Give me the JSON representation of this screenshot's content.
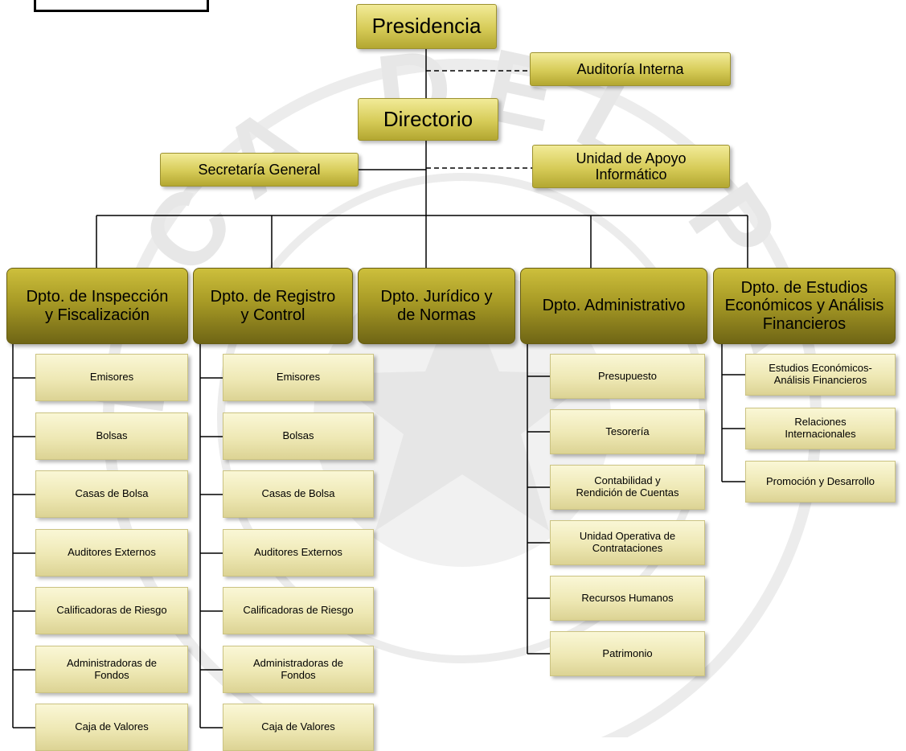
{
  "top": {
    "presidencia": "Presidencia",
    "auditoria": "Auditoría Interna",
    "directorio": "Directorio",
    "secretaria": "Secretaría General",
    "unidad": "Unidad de Apoyo\nInformático"
  },
  "departments": [
    {
      "name": "Dpto. de Inspección\ny Fiscalización",
      "units": [
        "Emisores",
        "Bolsas",
        "Casas de Bolsa",
        "Auditores Externos",
        "Calificadoras de Riesgo",
        "Administradoras de\nFondos",
        "Caja de Valores"
      ]
    },
    {
      "name": "Dpto. de Registro\ny Control",
      "units": [
        "Emisores",
        "Bolsas",
        "Casas de Bolsa",
        "Auditores Externos",
        "Calificadoras de Riesgo",
        "Administradoras de\nFondos",
        "Caja de Valores"
      ]
    },
    {
      "name": "Dpto. Jurídico y\nde Normas",
      "units": []
    },
    {
      "name": "Dpto. Administrativo",
      "units": [
        "Presupuesto",
        "Tesorería",
        "Contabilidad y\nRendición de Cuentas",
        "Unidad Operativa de\nContrataciones",
        "Recursos Humanos",
        "Patrimonio"
      ]
    },
    {
      "name": "Dpto. de Estudios\nEconómicos y Análisis\nFinancieros",
      "units": [
        "Estudios Económicos-\nAnálisis Financieros",
        "Relaciones\nInternacionales",
        "Promoción y Desarrollo"
      ]
    }
  ],
  "colors": {
    "line": "#000000",
    "watermark": "#e4e4e4"
  }
}
